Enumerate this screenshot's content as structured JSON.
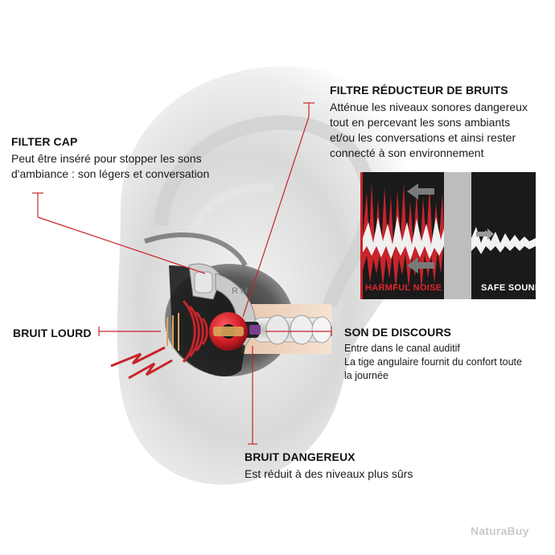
{
  "callouts": {
    "filter": {
      "title": "FILTRE RÉDUCTEUR DE BRUITS",
      "lines": [
        "Atténue les niveaux sonores dangereux",
        "tout en percevant les sons ambiants",
        "et/ou les conversations et ainsi rester",
        "connecté à son environnement"
      ]
    },
    "cap": {
      "title": "FILTER CAP",
      "lines": [
        "Peut être inséré pour stopper les sons",
        "d'ambiance : son légers et conversation"
      ]
    },
    "lourd": {
      "title": "BRUIT LOURD"
    },
    "discours": {
      "title": "SON DE DISCOURS",
      "lines": [
        "Entre dans le canal auditif",
        "La tige angulaire fournit du confort toute",
        "la journée"
      ]
    },
    "dangereux": {
      "title": "BRUIT DANGEREUX",
      "lines": [
        "Est réduit à des niveaux plus sûrs"
      ]
    }
  },
  "inset": {
    "harm_label": "HARMFUL NOISE",
    "safe_label": "SAFE SOUND"
  },
  "earplug_marking": "R M",
  "watermark": "NaturaBuy",
  "colors": {
    "accent_red": "#c8242b",
    "inset_dark": "#1a1a1a",
    "plug_red": "#d01f26"
  }
}
